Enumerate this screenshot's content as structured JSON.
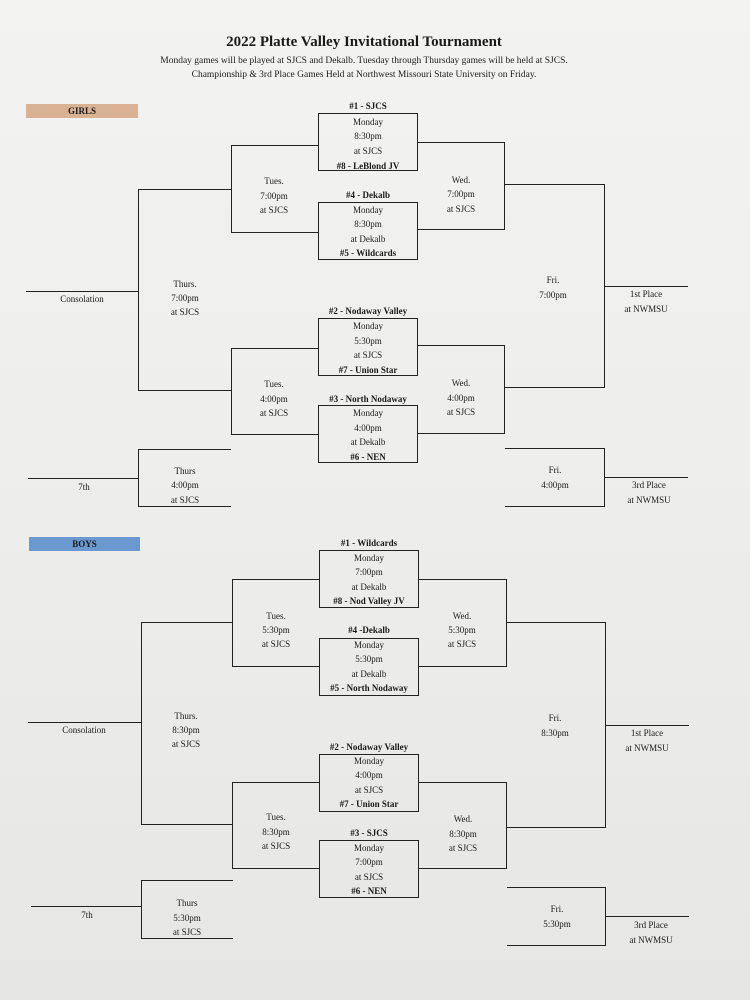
{
  "header": {
    "title": "2022 Platte Valley Invitational Tournament",
    "line1": "Monday games will be played at SJCS and Dekalb. Tuesday through Thursday games will be held at SJCS.",
    "line2": "Championship & 3rd Place Games Held at Northwest Missouri State University on Friday."
  },
  "colors": {
    "girls": "#d9b293",
    "boys": "#6b98cf"
  },
  "girls": {
    "label": "GIRLS",
    "g1": {
      "top": "#1 - SJCS",
      "day": "Monday",
      "time": "8:30pm",
      "loc": "at SJCS",
      "bottom": "#8 - LeBlond JV"
    },
    "g2": {
      "top": "#4 - Dekalb",
      "day": "Monday",
      "time": "8:30pm",
      "loc": "at Dekalb",
      "bottom": "#5 - Wildcards"
    },
    "g3": {
      "top": "#2 - Nodaway Valley",
      "day": "Monday",
      "time": "5:30pm",
      "loc": "at SJCS",
      "bottom": "#7 - Union Star"
    },
    "g4": {
      "top": "#3 - North Nodaway",
      "day": "Monday",
      "time": "4:00pm",
      "loc": "at Dekalb",
      "bottom": "#6 - NEN"
    },
    "tues1": {
      "day": "Tues.",
      "time": "7:00pm",
      "loc": "at SJCS"
    },
    "tues2": {
      "day": "Tues.",
      "time": "4:00pm",
      "loc": "at SJCS"
    },
    "wed1": {
      "day": "Wed.",
      "time": "7:00pm",
      "loc": "at SJCS"
    },
    "wed2": {
      "day": "Wed.",
      "time": "4:00pm",
      "loc": "at SJCS"
    },
    "thurs": {
      "day": "Thurs.",
      "time": "7:00pm",
      "loc": "at SJCS"
    },
    "consolation": "Consolation",
    "fri": {
      "day": "Fri.",
      "time": "7:00pm"
    },
    "first": {
      "label": "1st Place",
      "loc": "at NWMSU"
    },
    "thurs7": {
      "day": "Thurs",
      "time": "4:00pm",
      "loc": "at SJCS"
    },
    "seventh": "7th",
    "fri3": {
      "day": "Fri.",
      "time": "4:00pm"
    },
    "third": {
      "label": "3rd Place",
      "loc": "at NWMSU"
    }
  },
  "boys": {
    "label": "BOYS",
    "g1": {
      "top": "#1 - Wildcards",
      "day": "Monday",
      "time": "7:00pm",
      "loc": "at Dekalb",
      "bottom": "#8 - Nod Valley JV"
    },
    "g2": {
      "top": "#4 -Dekalb",
      "day": "Monday",
      "time": "5:30pm",
      "loc": "at Dekalb",
      "bottom": "#5 - North Nodaway"
    },
    "g3": {
      "top": "#2 - Nodaway Valley",
      "day": "Monday",
      "time": "4:00pm",
      "loc": "at SJCS",
      "bottom": "#7 - Union Star"
    },
    "g4": {
      "top": "#3 - SJCS",
      "day": "Monday",
      "time": "7:00pm",
      "loc": "at SJCS",
      "bottom": "#6 - NEN"
    },
    "tues1": {
      "day": "Tues.",
      "time": "5:30pm",
      "loc": "at SJCS"
    },
    "tues2": {
      "day": "Tues.",
      "time": "8:30pm",
      "loc": "at SJCS"
    },
    "wed1": {
      "day": "Wed.",
      "time": "5:30pm",
      "loc": "at SJCS"
    },
    "wed2": {
      "day": "Wed.",
      "time": "8:30pm",
      "loc": "at SJCS"
    },
    "thurs": {
      "day": "Thurs.",
      "time": "8:30pm",
      "loc": "at SJCS"
    },
    "consolation": "Consolation",
    "fri": {
      "day": "Fri.",
      "time": "8:30pm"
    },
    "first": {
      "label": "1st Place",
      "loc": "at NWMSU"
    },
    "thurs7": {
      "day": "Thurs",
      "time": "5:30pm",
      "loc": "at SJCS"
    },
    "seventh": "7th",
    "fri3": {
      "day": "Fri.",
      "time": "5:30pm"
    },
    "third": {
      "label": "3rd Place",
      "loc": "at NWMSU"
    }
  }
}
